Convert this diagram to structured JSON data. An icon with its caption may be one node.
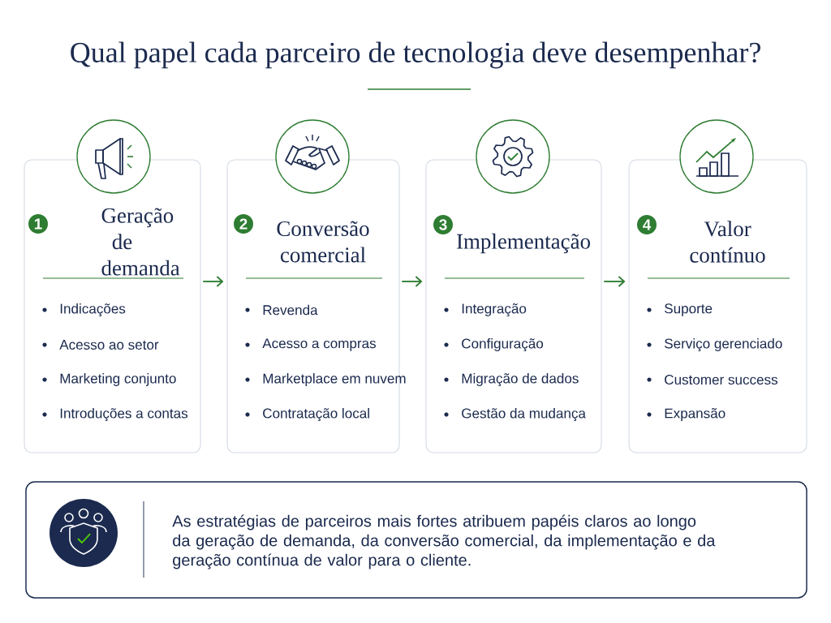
{
  "diagram": {
    "title": "Qual papel cada parceiro de tecnologia deve desempenhar?",
    "nodes": [
      {
        "text": [
          "1",
          "Geração de demanda",
          "Indicações",
          "Acesso ao setor",
          "Marketing conjunto",
          "Introduções a contas"
        ]
      },
      {
        "text": [
          "2",
          "Conversão comercial",
          "Revenda",
          "Acesso a compras",
          "Marketplace em nuvem",
          "Contratação local"
        ]
      },
      {
        "text": [
          "3",
          "Implementação",
          "Integração",
          "Configuração",
          "Migração de dados",
          "Gestão da mudança"
        ]
      },
      {
        "text": [
          "4",
          "Valor contínuo",
          "Suporte",
          "Serviço gerenciado",
          "Customer success",
          "Expansão"
        ]
      },
      {
        "text": [
          "As estratégias de parceiros mais fortes atribuem papéis claros ao longo da geração de demanda, da conversão comercial, da implementação e da geração contínua de valor para o cliente."
        ]
      }
    ],
    "edges": [
      {
        "from": 0,
        "to": 1,
        "arrow": "to"
      },
      {
        "from": 1,
        "to": 2,
        "arrow": "to"
      },
      {
        "from": 2,
        "to": 3,
        "arrow": "to"
      }
    ]
  }
}
